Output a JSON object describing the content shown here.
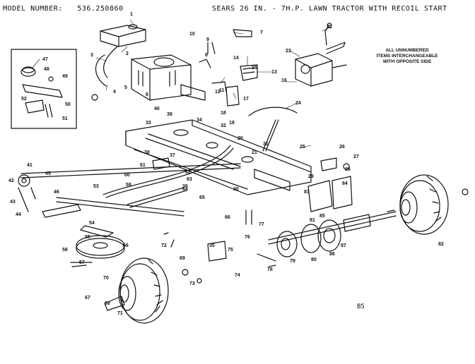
{
  "header": {
    "model_label": "MODEL NUMBER:",
    "model_number": "536.250860",
    "title": "SEARS 26 IN.  - 7H.P. LAWN TRACTOR WITH RECOIL START"
  },
  "note": {
    "line1": "ALL UNNUMBERED",
    "line2": "ITEMS INTERCHANGEABLE",
    "line3": "WITH OPPOSITE SIDE"
  },
  "drawing_code": "B5",
  "colors": {
    "ink": "#111111",
    "paper": "#ffffff"
  },
  "callouts": [
    "1",
    "2",
    "3",
    "4",
    "5",
    "6",
    "7",
    "8",
    "9",
    "10",
    "11",
    "12",
    "13",
    "14",
    "15",
    "16",
    "17",
    "18",
    "19",
    "20",
    "21",
    "22",
    "23",
    "24",
    "25",
    "26",
    "27",
    "28",
    "29",
    "30",
    "31",
    "32",
    "33",
    "34",
    "35",
    "36",
    "37",
    "38",
    "39",
    "40",
    "41",
    "42",
    "43",
    "44",
    "45",
    "46",
    "47",
    "48",
    "49",
    "50",
    "51",
    "52",
    "53",
    "54",
    "55",
    "56",
    "57",
    "58",
    "59",
    "60",
    "61",
    "62",
    "63",
    "64",
    "65",
    "66",
    "67",
    "68",
    "69",
    "70",
    "71",
    "72",
    "73",
    "74",
    "75",
    "76",
    "77",
    "78",
    "79",
    "80",
    "81",
    "82",
    "83",
    "84",
    "85",
    "86",
    "87"
  ]
}
